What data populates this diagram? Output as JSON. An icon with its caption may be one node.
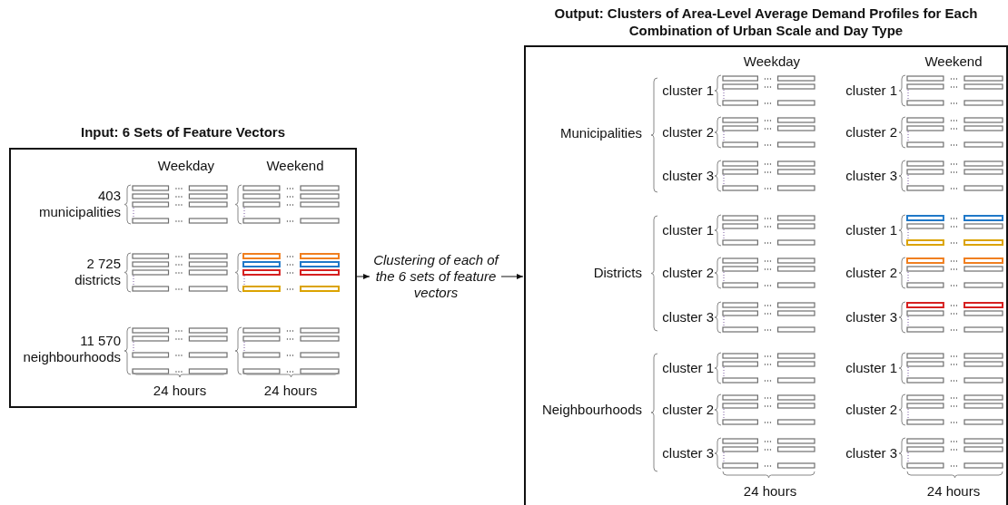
{
  "diagram": {
    "nodes": [
      {
        "text": [
          "Input: 6 Sets of Feature Vectors"
        ]
      },
      {
        "text": [
          "Clustering of each of the 6 sets of feature vectors"
        ]
      },
      {
        "text": [
          "Output: Clusters of Area-Level Average Demand Profiles for Each Combination of Urban Scale and Day Type"
        ]
      }
    ],
    "edges": [
      {
        "from": 0,
        "to": 1,
        "arrow": "to"
      },
      {
        "from": 1,
        "to": 2,
        "arrow": "to"
      }
    ],
    "labels": [
      "Weekday",
      "Weekend",
      "403 municipalities",
      "2 725 districts",
      "11 570 neighbourhoods",
      "24 hours",
      "24 hours",
      "Weekday",
      "Weekend",
      "Municipalities",
      "cluster 1",
      "cluster 1",
      "cluster 2",
      "cluster 2",
      "cluster 3",
      "cluster 3",
      "Districts",
      "cluster 1",
      "cluster 1",
      "cluster 2",
      "cluster 2",
      "cluster 3",
      "cluster 3",
      "Neighbourhoods",
      "cluster 1",
      "cluster 1",
      "cluster 2",
      "cluster 2",
      "cluster 3",
      "cluster 3",
      "24 hours",
      "24 hours"
    ]
  }
}
